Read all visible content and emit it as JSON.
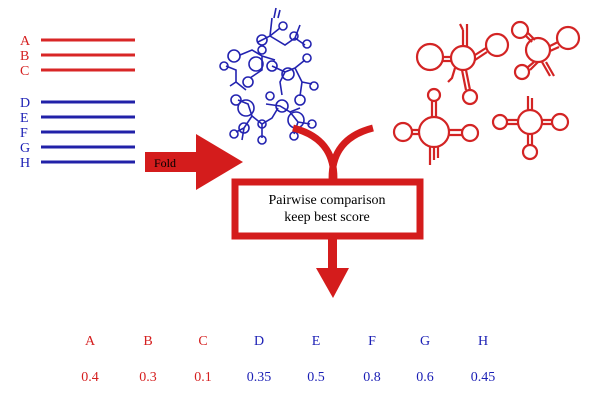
{
  "sequences": {
    "red": [
      "A",
      "B",
      "C"
    ],
    "blue": [
      "D",
      "E",
      "F",
      "G",
      "H"
    ]
  },
  "fold_label": "Fold",
  "comparison": {
    "line1": "Pairwise comparison",
    "line2": "keep best score"
  },
  "scores": [
    {
      "label": "A",
      "value": "0.4",
      "group": "red"
    },
    {
      "label": "B",
      "value": "0.3",
      "group": "red"
    },
    {
      "label": "C",
      "value": "0.1",
      "group": "red"
    },
    {
      "label": "D",
      "value": "0.35",
      "group": "blue"
    },
    {
      "label": "E",
      "value": "0.5",
      "group": "blue"
    },
    {
      "label": "F",
      "value": "0.8",
      "group": "blue"
    },
    {
      "label": "G",
      "value": "0.6",
      "group": "blue"
    },
    {
      "label": "H",
      "value": "0.45",
      "group": "blue"
    }
  ],
  "colors": {
    "red": "#d51f1f",
    "blue": "#1b1fb5",
    "line_red": "#d82626",
    "line_blue": "#2121a8"
  }
}
